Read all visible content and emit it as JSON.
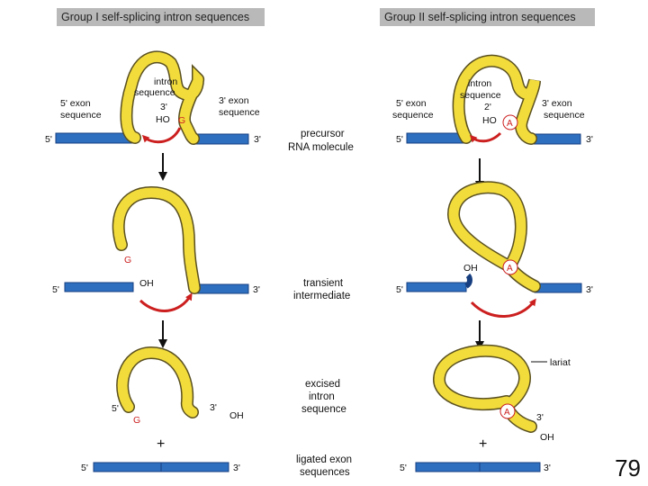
{
  "headers": {
    "group1": "Group I self-splicing intron sequences",
    "group2": "Group II self-splicing intron sequences"
  },
  "center_labels": {
    "precursor": [
      "precursor",
      "RNA molecule"
    ],
    "intermediate": [
      "transient",
      "intermediate"
    ],
    "excised": [
      "excised",
      "intron",
      "sequence"
    ],
    "ligated": [
      "ligated exon",
      "sequences"
    ]
  },
  "labels": {
    "five_prime": "5'",
    "three_prime": "3'",
    "two_prime": "2'",
    "five_exon": [
      "5' exon",
      "sequence"
    ],
    "three_exon": [
      "3' exon",
      "sequence"
    ],
    "intron_seq": [
      "intron",
      "sequence"
    ],
    "ho": "HO",
    "oh": "OH",
    "g": "G",
    "a": "A",
    "lariat": "lariat",
    "plus": "+"
  },
  "colors": {
    "exon": "#2e6fc0",
    "exon_edge": "#173f80",
    "intron": "#f2dc3c",
    "intron_edge": "#5a5020",
    "arrow_red": "#cc1f1f",
    "header_bg": "#b9b9b9"
  },
  "slide_number": "79"
}
